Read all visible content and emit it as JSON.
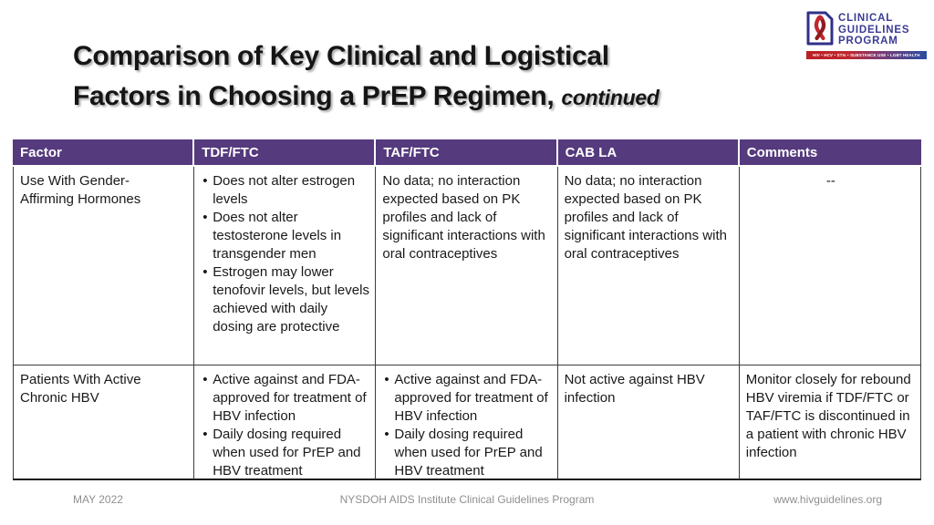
{
  "header": {
    "title_line1": "Comparison of Key Clinical and Logistical",
    "title_line2": "Factors in Choosing a PrEP Regimen,",
    "title_continued": "continued"
  },
  "logo": {
    "line1": "CLINICAL",
    "line2": "GUIDELINES",
    "line3": "PROGRAM",
    "bar_text": "HIV • HCV • STIs • SUBSTANCE USE • LGBT HEALTH",
    "icon": "aids-ribbon-document-icon"
  },
  "colors": {
    "table_header_bg": "#553a7d",
    "table_border": "#3d3d3d",
    "title_text": "#151515",
    "footer_text": "#8f8f8f",
    "logo_blue": "#3a3a94",
    "ribbon_red": "#c1272d",
    "bar_gradient_left": "#b92025",
    "bar_gradient_right": "#2a4da1"
  },
  "table": {
    "columns": [
      "Factor",
      "TDF/FTC",
      "TAF/FTC",
      "CAB LA",
      "Comments"
    ],
    "rows": [
      {
        "factor": "Use With Gender-Affirming Hormones",
        "tdf_ftc_bullets": [
          "Does not alter estrogen levels",
          "Does not alter testosterone levels in transgender men",
          "Estrogen may lower tenofovir levels, but levels achieved with daily dosing are protective"
        ],
        "taf_ftc": "No data; no interaction expected based on PK profiles and lack of significant interactions with oral contraceptives",
        "cab_la": "No data; no interaction expected based on PK profiles and lack of significant interactions with oral contraceptives",
        "comments": "--"
      },
      {
        "factor": "Patients With Active Chronic HBV",
        "tdf_ftc_bullets": [
          "Active against and FDA-approved for treatment of HBV infection",
          "Daily dosing required when used for PrEP and HBV treatment"
        ],
        "taf_ftc_bullets": [
          "Active against and FDA-approved for treatment of HBV infection",
          "Daily dosing required when used for PrEP and HBV treatment"
        ],
        "cab_la": "Not active against HBV infection",
        "comments": "Monitor closely for rebound HBV viremia if TDF/FTC or TAF/FTC is discontinued in a patient with chronic HBV infection"
      }
    ]
  },
  "footer": {
    "date": "MAY 2022",
    "program": "NYSDOH AIDS Institute Clinical Guidelines Program",
    "website": "www.hivguidelines.org"
  }
}
